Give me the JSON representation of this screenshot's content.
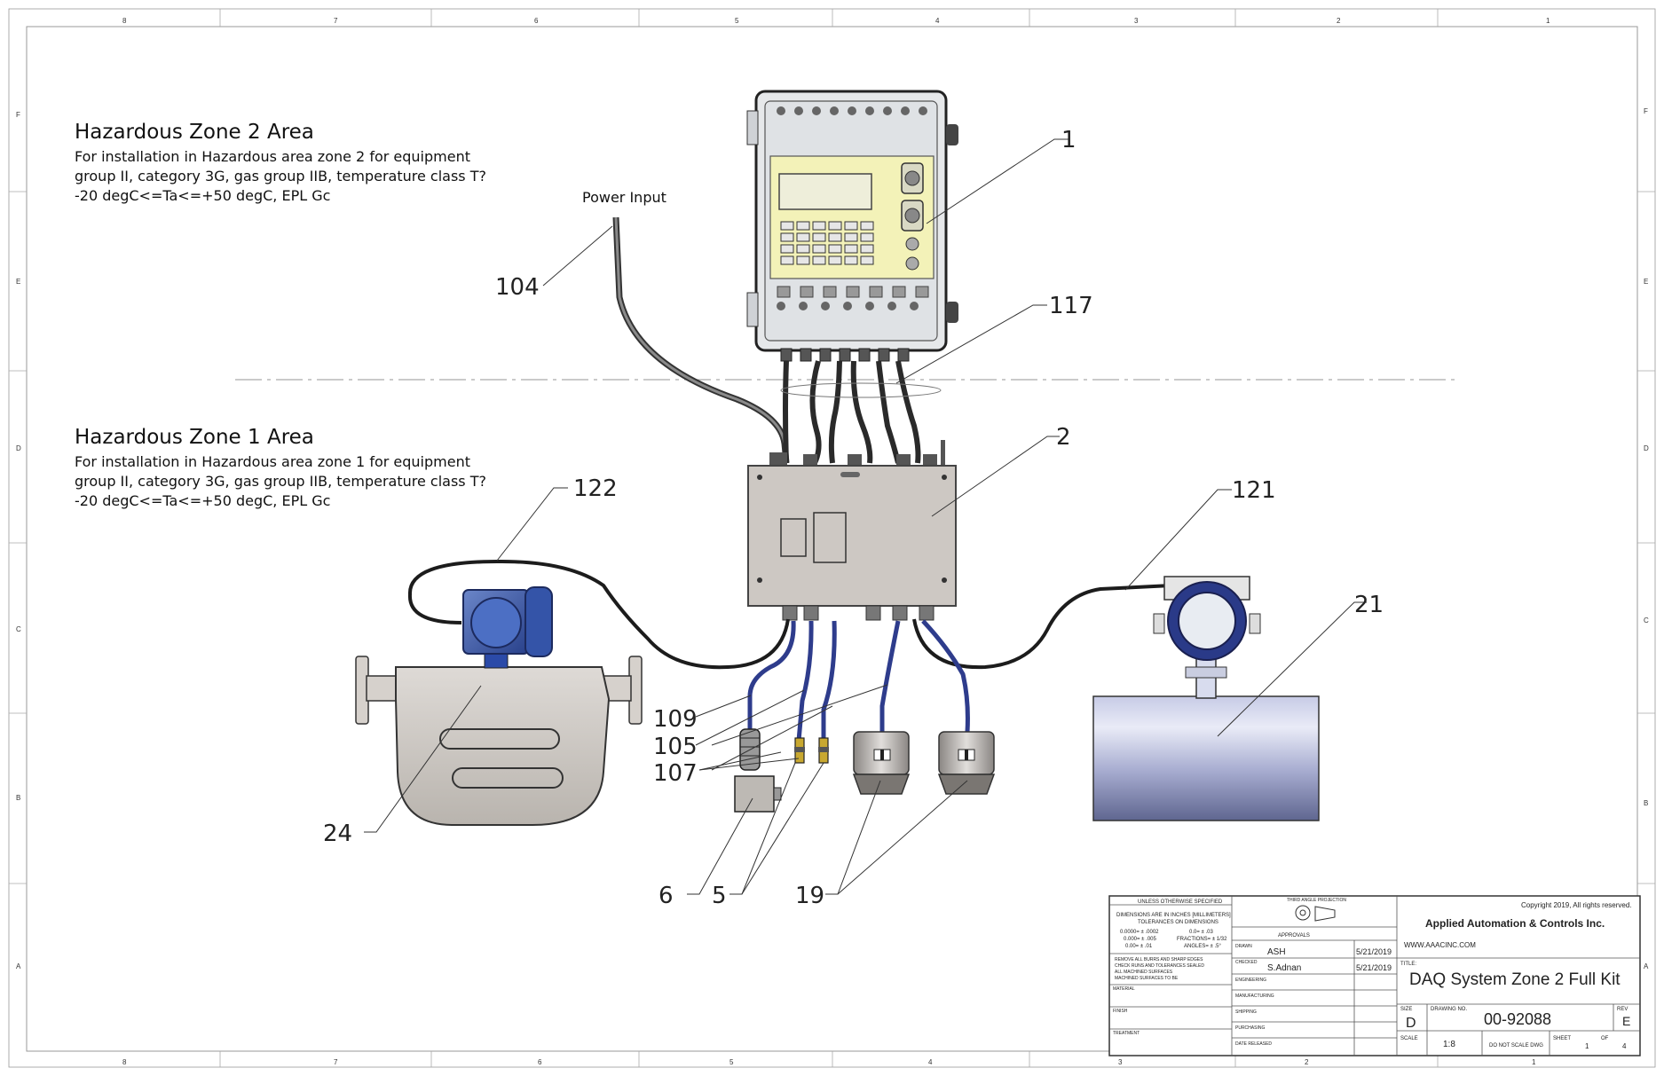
{
  "zones": [
    {
      "title": "Hazardous Zone 2 Area",
      "lines": [
        "For installation in Hazardous area zone 2 for equipment",
        "group II, category 3G, gas group IIB, temperature class T?",
        "-20 degC<=Ta<=+50 degC, EPL Gc"
      ]
    },
    {
      "title": "Hazardous Zone 1 Area",
      "lines": [
        "For installation in Hazardous area zone 1 for equipment",
        "group II, category 3G, gas group IIB, temperature class T?",
        "-20 degC<=Ta<=+50 degC, EPL Gc"
      ]
    }
  ],
  "labels": {
    "power_input": "Power Input"
  },
  "callouts": {
    "c1": "1",
    "c117": "117",
    "c104": "104",
    "c2": "2",
    "c122": "122",
    "c121": "121",
    "c21": "21",
    "c109": "109",
    "c105": "105",
    "c107": "107",
    "c24": "24",
    "c6": "6",
    "c5": "5",
    "c19": "19"
  },
  "border": {
    "top": [
      "8",
      "7",
      "6",
      "5",
      "4",
      "3",
      "2",
      "1"
    ],
    "bottom": [
      "8",
      "7",
      "6",
      "5",
      "4",
      "3",
      "2",
      "1"
    ],
    "left": [
      "F",
      "E",
      "D",
      "C",
      "B",
      "A"
    ],
    "right": [
      "F",
      "E",
      "D",
      "C",
      "B",
      "A"
    ]
  },
  "title_block": {
    "copyright": "Copyright 2019, All rights reserved.",
    "company": "Applied Automation & Controls Inc.",
    "website": "WWW.AAACINC.COM",
    "title_label": "TITLE:",
    "title": "DAQ System Zone 2 Full Kit",
    "size_label": "SIZE",
    "size": "D",
    "dwg_no_label": "DRAWING NO.",
    "dwg_no": "00-92088",
    "rev_label": "REV",
    "rev": "E",
    "scale_label": "SCALE",
    "scale": "1:8",
    "do_not_scale": "DO NOT SCALE DWG",
    "sheet_label": "SHEET",
    "sheet": "1",
    "of_label": "OF",
    "of": "4",
    "unless": "UNLESS OTHERWISE SPECIFIED",
    "dims1": "DIMENSIONS ARE IN INCHES [MILLIMETERS]",
    "dims2": "TOLERANCES ON DIMENSIONS",
    "tol1": "0.0000= ± .0002",
    "tol2": "0.000= ± .005",
    "tol3": "0.00= ± .01",
    "tol4": "0.0= ± .03",
    "tol5": "FRACTIONS= ± 1/32",
    "tol6": "ANGLES= ± .5°",
    "note1": "REMOVE ALL BURRS AND SHARP EDGES",
    "note2": "CHECK RUNS AND TOLERANCES SEALED",
    "note3": "ALL MACHINED SURFACES",
    "note4": "MACHINED SURFACES TO BE",
    "third_angle": "THIRD ANGLE PROJECTION",
    "approvals": "APPROVALS",
    "drawn_label": "DRAWN",
    "drawn": "ASH",
    "drawn_date": "5/21/2019",
    "checked_label": "CHECKED",
    "checked": "S.Adnan",
    "checked_date": "5/21/2019",
    "engineering": "ENGINEERING",
    "manufacturing": "MANUFACTURING",
    "shipping": "SHIPPING",
    "purchasing": "PURCHASING",
    "date_released": "DATE RELEASED",
    "material": "MATERIAL",
    "finish": "FINISH",
    "treatment": "TREATMENT"
  }
}
